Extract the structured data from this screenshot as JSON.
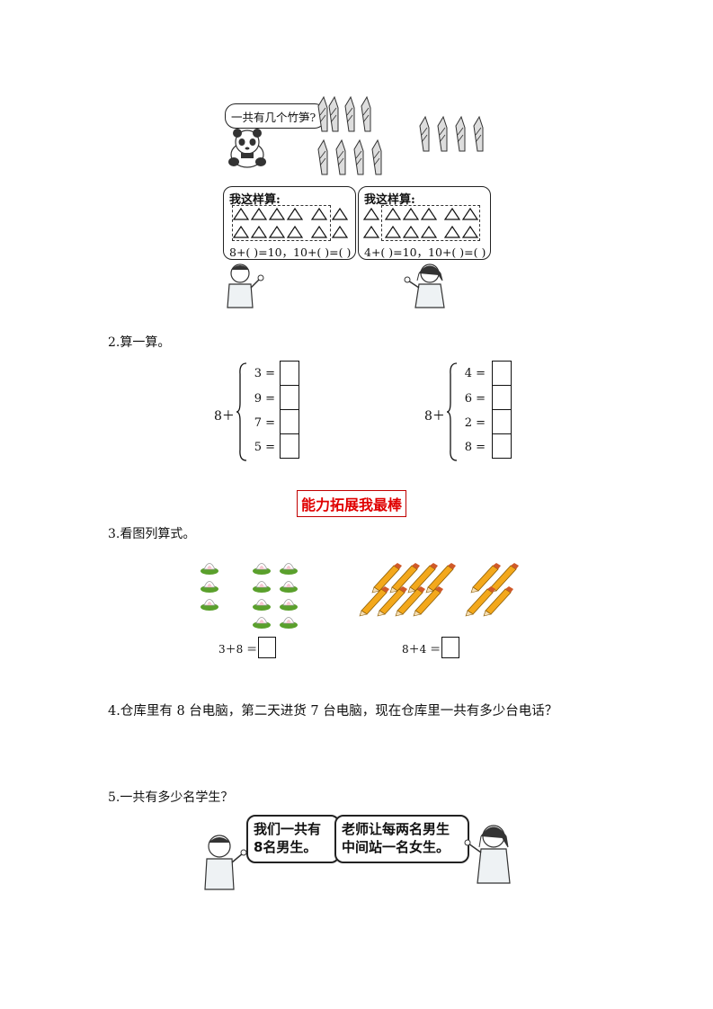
{
  "problem1": {
    "panda_bubble": "一共有几个竹笋?",
    "left_bubble": {
      "title": "我这样算:",
      "equation": "8+(    )=10，10+(    )=(    )"
    },
    "right_bubble": {
      "title": "我这样算:",
      "equation": "4+(  )=10，10+(  )=(  )"
    }
  },
  "problem2": {
    "heading": "2.算一算。",
    "left": {
      "prefix": "8＋",
      "rows": [
        "3 =",
        "9 =",
        "7 =",
        "5 ="
      ]
    },
    "right": {
      "prefix": "8＋",
      "rows": [
        "4 =",
        "6 =",
        "2 =",
        "8 ="
      ]
    }
  },
  "banner": {
    "text": "能力拓展我最棒",
    "color": "#e00000"
  },
  "problem3": {
    "heading": "3.看图列算式。",
    "left_equation": "3＋8 ＝",
    "right_equation": "8＋4 ＝"
  },
  "problem4": {
    "text": "4.仓库里有 8 台电脑，第二天进货 7 台电脑，现在仓库里一共有多少台电话？"
  },
  "problem5": {
    "heading": "5.一共有多少名学生？",
    "boy_speech": [
      "我们一共有",
      "8名男生。"
    ],
    "girl_speech": [
      "老师让每两名男生",
      "中间站一名女生。"
    ]
  }
}
